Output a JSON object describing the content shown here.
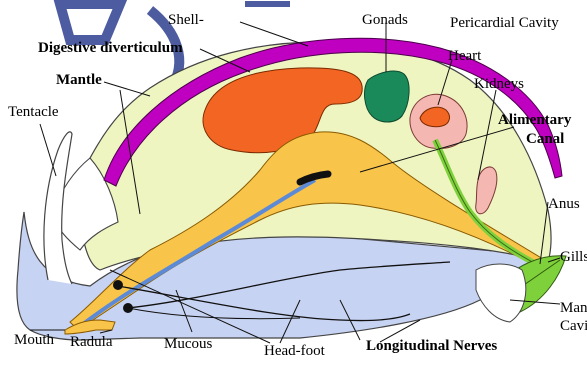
{
  "labels": {
    "shell": "Shell-",
    "gonads": "Gonads",
    "pericardial_cavity": "Pericardial Cavity",
    "digestive_diverticulum": "Digestive diverticulum",
    "heart": "Heart",
    "mantle": "Mantle",
    "kidneys": "Kidneys",
    "tentacle": "Tentacle",
    "alimentary_line1": "Alimentary",
    "alimentary_line2": "Canal",
    "anus": "Anus",
    "gills": "Gills",
    "mantle_cavity_line1": "Mantle",
    "mantle_cavity_line2": "Cavity",
    "mouth": "Mouth",
    "radula": "Radula",
    "mucous": "Mucous",
    "head_foot": "Head-foot",
    "longitudinal_nerves": "Longitudinal Nerves"
  },
  "colors": {
    "shell": "#c000c0",
    "mantle_fill": "#eef5c0",
    "foot_fill": "#c7d3f2",
    "digestive_diverticulum": "#f26522",
    "gonads": "#1a8a5a",
    "heart": "#f26522",
    "pericardium": "#f5b7b2",
    "kidney": "#f5b7b2",
    "alimentary": "#f8c44a",
    "gill": "#7fd13b",
    "watermark": "#2e3f8f"
  }
}
